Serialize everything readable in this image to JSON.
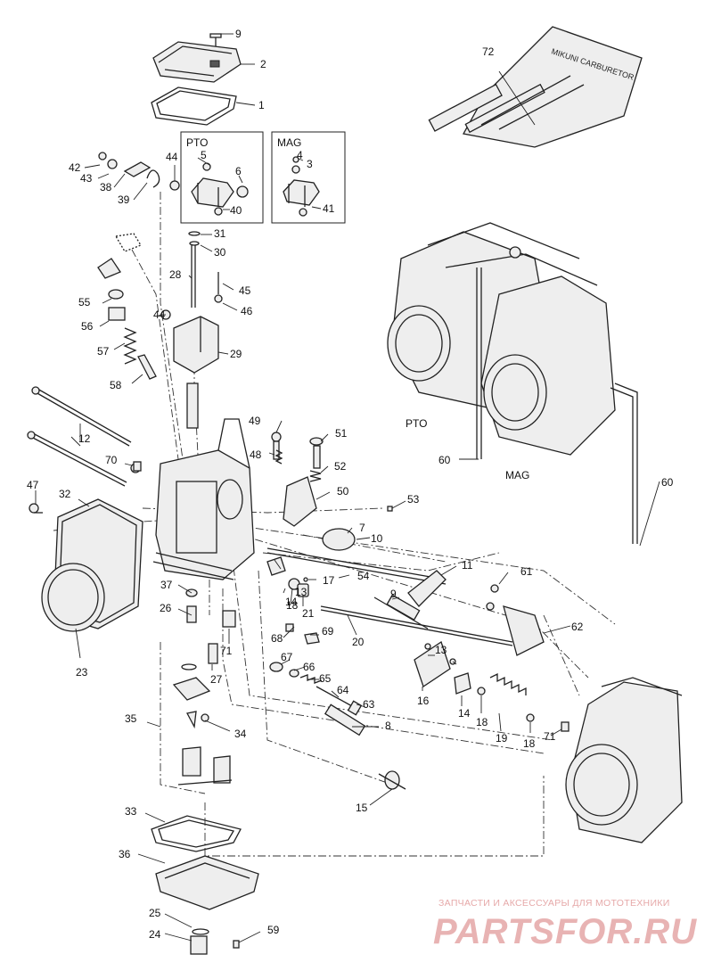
{
  "diagram": {
    "callouts": [
      "1",
      "2",
      "3",
      "4",
      "5",
      "6",
      "7",
      "8",
      "9",
      "10",
      "11",
      "12",
      "13",
      "13",
      "14",
      "14",
      "15",
      "16",
      "17",
      "18",
      "18",
      "18",
      "19",
      "20",
      "21",
      "23",
      "24",
      "25",
      "26",
      "27",
      "28",
      "29",
      "30",
      "31",
      "32",
      "33",
      "34",
      "35",
      "36",
      "37",
      "38",
      "39",
      "40",
      "41",
      "42",
      "43",
      "44",
      "44",
      "45",
      "46",
      "47",
      "48",
      "49",
      "50",
      "51",
      "52",
      "53",
      "54",
      "55",
      "56",
      "57",
      "58",
      "59",
      "60",
      "60",
      "61",
      "62",
      "63",
      "64",
      "65",
      "66",
      "67",
      "68",
      "69",
      "70",
      "71",
      "71",
      "72",
      "9"
    ],
    "inset_boxes": {
      "pto": "PTO",
      "mag": "MAG"
    },
    "assembly_labels": {
      "pto": "PTO",
      "mag": "MAG"
    },
    "tool_kit_text": "MIKUNI CARBURETOR",
    "watermark": {
      "line1": "ЗАПЧАСТИ И АКСЕССУАРЫ ДЛЯ МОТОТЕХНИКИ",
      "line2": "PARTSFOR.RU"
    }
  }
}
